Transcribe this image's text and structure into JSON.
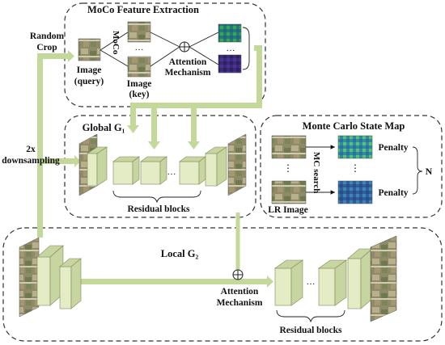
{
  "moco": {
    "title": "MoCo Feature Extraction",
    "query_label": [
      "Image",
      "(query)"
    ],
    "key_label": [
      "Image",
      "(key)"
    ],
    "moco_label": "MoCo",
    "dots": "…",
    "attention_label": [
      "Attention",
      "Mechanism"
    ]
  },
  "left_labels": {
    "random_crop": [
      "Random",
      "Crop"
    ],
    "downsampling": [
      "2x",
      "downsampling"
    ]
  },
  "global": {
    "title": "Global G₁",
    "dots": "…",
    "residual_label": "Residual blocks"
  },
  "monte_carlo": {
    "title": "Monte Carlo State Map",
    "search_label": "MC search",
    "lr_label": "LR Image",
    "penalty_top": "Penalty",
    "penalty_bottom": "Penalty",
    "n_label": "N",
    "dots": "⋮"
  },
  "local": {
    "title": "Local G₂",
    "attention_label": [
      "Attention",
      "Mechanism"
    ],
    "dots": "…",
    "residual_label": "Residual blocks"
  },
  "colors": {
    "block_face": "#e3ecc5",
    "block_side": "#c7d6a0",
    "block_edge": "#7d8a5a",
    "arrow_green": "#c4d89a",
    "dashed_border": "#333333"
  }
}
